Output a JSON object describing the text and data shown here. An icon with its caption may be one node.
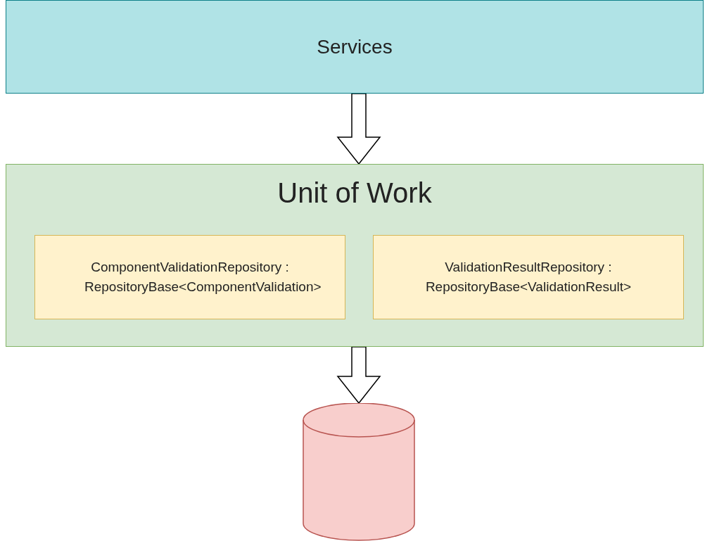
{
  "diagram": {
    "nodes": [
      {
        "text": [
          "Services"
        ]
      },
      {
        "text": [
          "Unit of Work"
        ]
      },
      {
        "text": [
          "ComponentValidationRepository : RepositoryBase<ComponentValidation>"
        ],
        "in": 1
      },
      {
        "text": [
          "ValidationResultRepository : RepositoryBase<ValidationResult>"
        ],
        "in": 1
      },
      {
        "text": [],
        "shape": "cylinder"
      }
    ],
    "edges": [
      {
        "from": 0,
        "to": 1,
        "arrow": "to"
      },
      {
        "from": 1,
        "to": 4,
        "arrow": "to"
      }
    ]
  }
}
